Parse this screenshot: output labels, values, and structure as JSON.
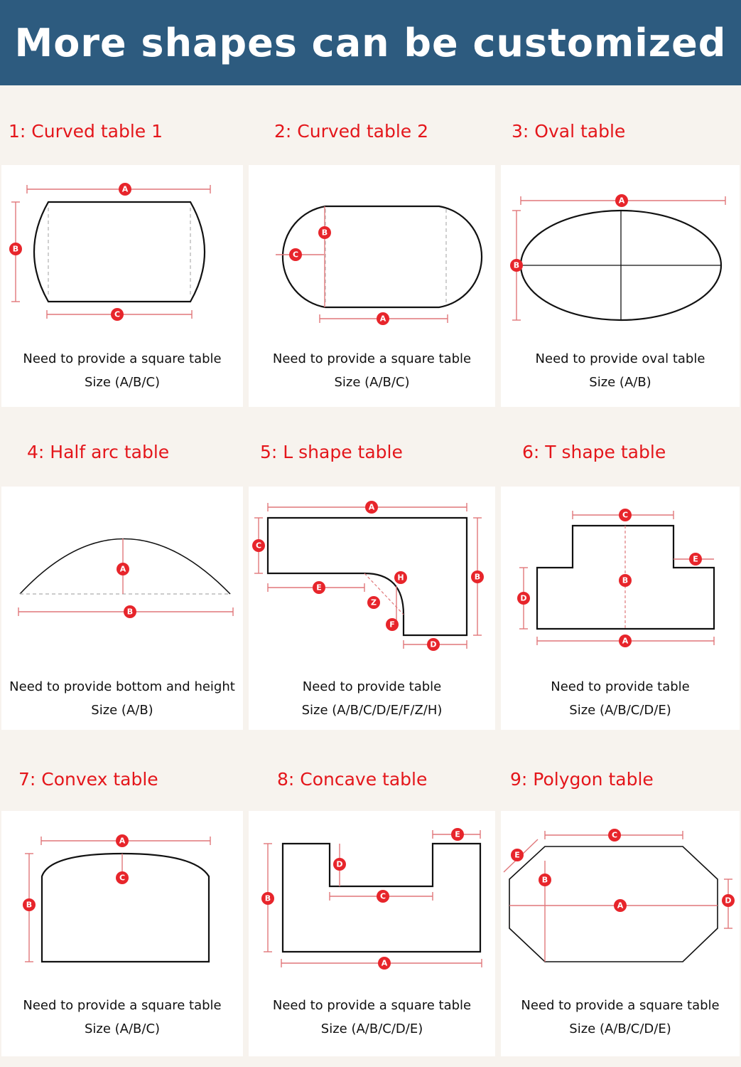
{
  "banner": {
    "title": "More shapes can be customized"
  },
  "colors": {
    "banner": "#2d5b7f",
    "title_red": "#e4161b",
    "marker_red": "#e7252b",
    "dimension_line": "#e0777a"
  },
  "cards": [
    {
      "title": "1: Curved table 1",
      "caption_line1": "Need to provide a square table",
      "caption_line2": "Size (A/B/C)",
      "labels": [
        "A",
        "B",
        "C"
      ]
    },
    {
      "title": "2: Curved table 2",
      "caption_line1": "Need to provide a square table",
      "caption_line2": "Size (A/B/C)",
      "labels": [
        "B",
        "C",
        "A"
      ]
    },
    {
      "title": "3: Oval table",
      "caption_line1": "Need to provide oval table",
      "caption_line2": "Size (A/B)",
      "labels": [
        "A",
        "B"
      ]
    },
    {
      "title": "4: Half arc table",
      "caption_line1": "Need to provide bottom and height",
      "caption_line2": "Size (A/B)",
      "labels": [
        "A",
        "B"
      ]
    },
    {
      "title": "5: L shape table",
      "caption_line1": "Need to provide table",
      "caption_line2": "Size (A/B/C/D/E/F/Z/H)",
      "labels": [
        "A",
        "C",
        "B",
        "E",
        "H",
        "Z",
        "F",
        "D"
      ]
    },
    {
      "title": "6: T shape table",
      "caption_line1": "Need to provide table",
      "caption_line2": "Size (A/B/C/D/E)",
      "labels": [
        "C",
        "E",
        "B",
        "D",
        "A"
      ]
    },
    {
      "title": "7:  Convex table",
      "caption_line1": "Need to provide a square table",
      "caption_line2": "Size (A/B/C)",
      "labels": [
        "A",
        "C",
        "B"
      ]
    },
    {
      "title": "8: Concave table",
      "caption_line1": "Need to provide a square table",
      "caption_line2": "Size (A/B/C/D/E)",
      "labels": [
        "E",
        "D",
        "B",
        "C",
        "A"
      ]
    },
    {
      "title": "9: Polygon table",
      "caption_line1": "Need to provide a square table",
      "caption_line2": "Size (A/B/C/D/E)",
      "labels": [
        "C",
        "E",
        "B",
        "A",
        "D"
      ]
    }
  ]
}
